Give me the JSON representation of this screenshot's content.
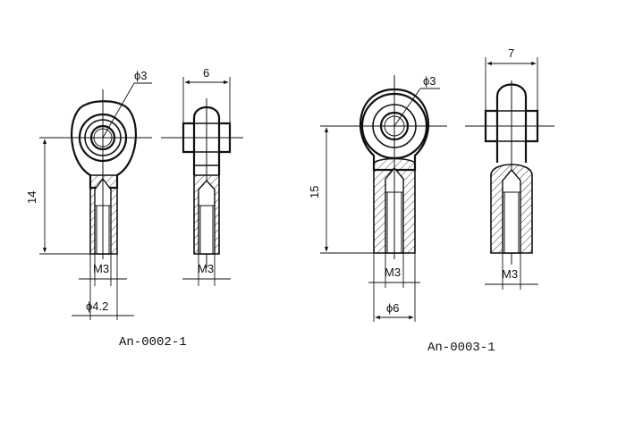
{
  "parts": [
    {
      "caption": "An-0002-1",
      "labels": {
        "ball": "ϕ3",
        "width": "6",
        "length": "14",
        "thread_front": "M3",
        "thread_side": "M3",
        "shank": "ϕ4.2"
      }
    },
    {
      "caption": "An-0003-1",
      "labels": {
        "ball": "ϕ3",
        "width": "7",
        "length": "15",
        "thread_front": "M3",
        "thread_side": "M3",
        "shank": "ϕ6"
      }
    }
  ]
}
